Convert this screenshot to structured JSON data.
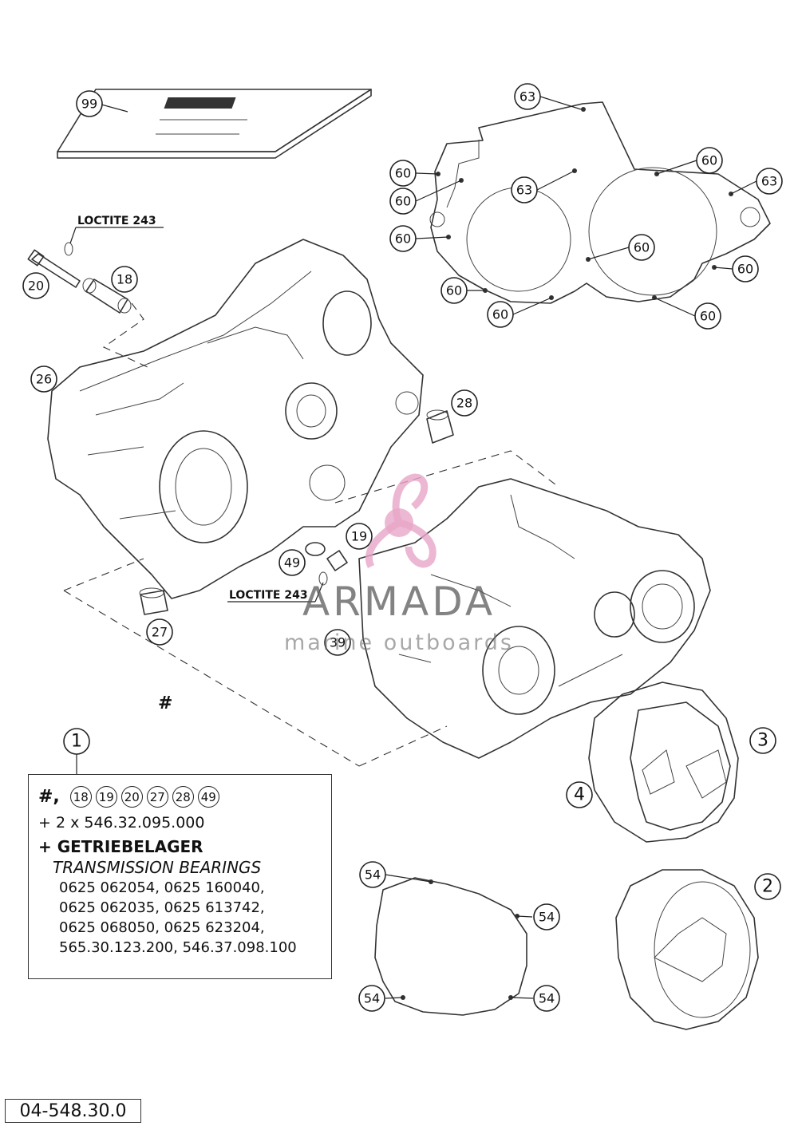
{
  "diagram": {
    "labels": {
      "loctite_top": "LOCTITE 243",
      "loctite_mid": "LOCTITE 243",
      "hash_mark": "#"
    },
    "callouts": {
      "c99": "99",
      "c20": "20",
      "c18": "18",
      "c26": "26",
      "c28": "28",
      "c19": "19",
      "c49": "49",
      "c27": "27",
      "c39": "39",
      "c1": "1",
      "c3": "3",
      "c4": "4",
      "c2": "2",
      "g63a": "63",
      "g63b": "63",
      "g63c": "63",
      "g60a": "60",
      "g60b": "60",
      "g60c": "60",
      "g60d": "60",
      "g60e": "60",
      "g60f": "60",
      "g60g": "60",
      "g60h": "60",
      "g60i": "60",
      "g54a": "54",
      "g54b": "54",
      "g54c": "54",
      "g54d": "54"
    }
  },
  "kit_box": {
    "hash_label": "#,",
    "refs": [
      "18",
      "19",
      "20",
      "27",
      "28",
      "49"
    ],
    "plus_line": "+ 2 x 546.32.095.000",
    "title": "+ GETRIEBELAGER",
    "subtitle": "TRANSMISSION BEARINGS",
    "lines": [
      "0625 062054, 0625 160040,",
      "0625 062035, 0625 613742,",
      "0625 068050, 0625 623204,",
      "565.30.123.200, 546.37.098.100"
    ]
  },
  "doc_number": "04-548.30.0",
  "watermark": {
    "name": "ARMADA",
    "tagline": "marine outboards",
    "color_logo": "#e8a6c8",
    "color_text": "#5a5a5a"
  }
}
